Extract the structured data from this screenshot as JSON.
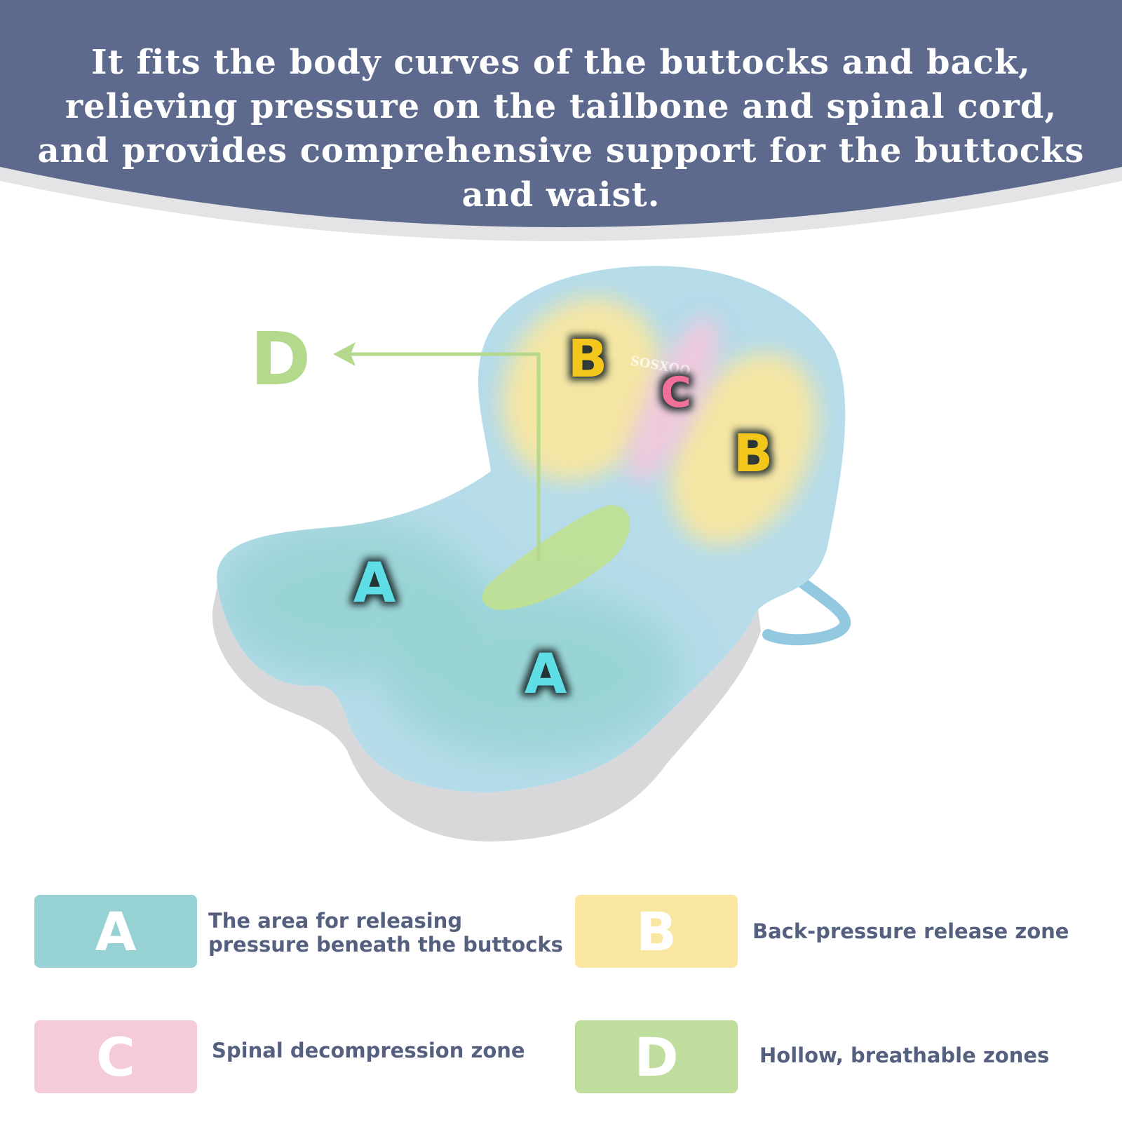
{
  "header": {
    "text": "It fits the body curves of the buttocks and back, relieving pressure on the tailbone and spinal cord, and provides comprehensive support for the buttocks and waist.",
    "background_color": "#5e6a8d"
  },
  "diagram": {
    "labels": {
      "a1": "A",
      "a2": "A",
      "b1": "B",
      "b2": "B",
      "c": "C",
      "d": "D"
    },
    "brand_mark": "SOSXOO"
  },
  "legend": [
    {
      "letter": "A",
      "text": "The area for releasing\npressure beneath the buttocks",
      "color": "#96d1d4"
    },
    {
      "letter": "B",
      "text": "Back-pressure release zone",
      "color": "#f9e6a1"
    },
    {
      "letter": "C",
      "text": "Spinal decompression zone",
      "color": "#f5cbd8"
    },
    {
      "letter": "D",
      "text": "Hollow, breathable zones",
      "color": "#bfdd9c"
    }
  ],
  "colors": {
    "zone_a_label": "#5fdde6",
    "zone_b_label": "#f3c61c",
    "zone_c_label": "#f0709a",
    "zone_d_label": "#b4d98c",
    "legend_text": "#55607f"
  }
}
